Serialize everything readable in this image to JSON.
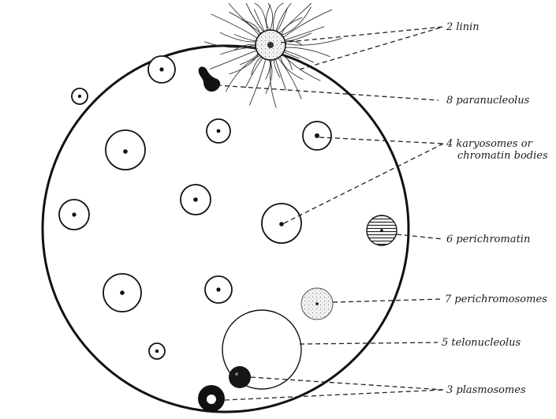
{
  "labels": {
    "linin": "2 linin",
    "paranucleolus": "8 paranucleolus",
    "karyosomes_line1": "4 karyosomes or",
    "karyosomes_line2": "chromatin bodies",
    "perichromatin": "6 perichromatin",
    "perichromosomes": "7 perichromosomes",
    "telonucleolus": "5 telonucleolus",
    "plasmosomes": "3 plasmosomes"
  },
  "colors": {
    "ink": "#111111",
    "background": "#ffffff"
  }
}
